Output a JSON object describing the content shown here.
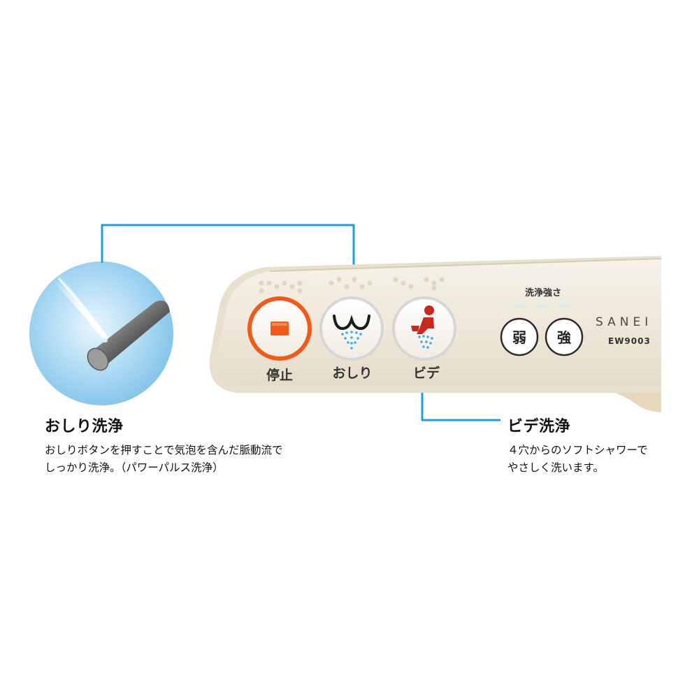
{
  "panel": {
    "brand": "SANEI",
    "model": "EW9003",
    "strength_title": "洗浄強さ",
    "buttons": {
      "stop": "停止",
      "oshiri": "おしり",
      "bidet": "ビデ",
      "weak": "弱",
      "strong": "強"
    }
  },
  "captions": {
    "oshiri": {
      "title": "おしり洗浄",
      "lines": [
        "おしりボタンを押すことで気泡を含んだ脈動流で",
        "しっかり洗浄。（パワーパルス洗浄）"
      ]
    },
    "bidet": {
      "title": "ビデ洗浄",
      "lines": [
        "４穴からのソフトシャワーで",
        "やさしく洗います。"
      ]
    }
  },
  "colors": {
    "callout_line": "#1E9FE0",
    "panel_body": "#EFE8DA",
    "stop_accent": "#F05A1A",
    "bidet_figure": "#C8281E"
  }
}
